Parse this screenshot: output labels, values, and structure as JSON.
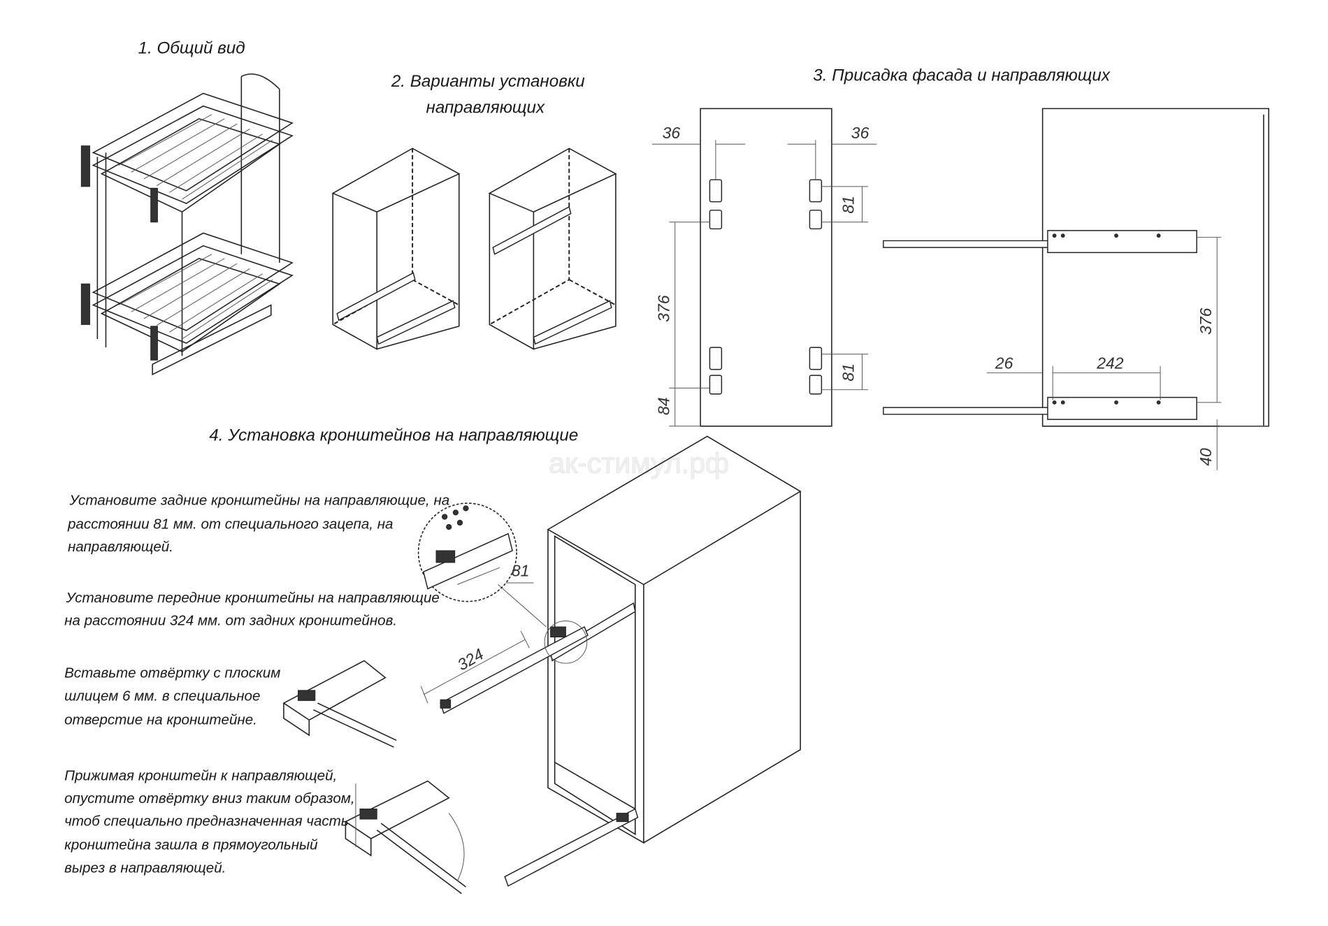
{
  "titles": {
    "section1": "1. Общий вид",
    "section2_line1": "2. Варианты установки",
    "section2_line2": "направляющих",
    "section3": "3. Присадка фасада и направляющих",
    "section4": "4. Установка кронштейнов на направляющие"
  },
  "dimensions": {
    "facade_left_offset": "36",
    "facade_right_offset": "36",
    "bracket_spacing_top": "81",
    "bracket_vertical_distance": "376",
    "bracket_spacing_bottom": "81",
    "facade_bottom_offset": "84",
    "rail_vertical_distance": "376",
    "rail_front_offset": "26",
    "rail_hole_spacing": "242",
    "rail_bottom_offset": "40",
    "bracket_distance": "324",
    "detail_hook_distance": "81"
  },
  "watermark": "ак-стимул.рф",
  "instructions": [
    [
      "Установите задние кронштейны на направляющие, на",
      "расстоянии 81 мм. от специального зацепа, на",
      "направляющей."
    ],
    [
      "Установите передние кронштейны на направляющие",
      "на расстоянии 324 мм. от задних кронштейнов."
    ],
    [
      "Вставьте отвёртку с плоским",
      "шлицем 6 мм. в специальное",
      "отверстие на кронштейне."
    ],
    [
      "Прижимая кронштейн к направляющей,",
      "опустите отвёртку вниз таким образом,",
      "чтоб специально предназначенная часть",
      "кронштейна зашла в прямоугольный",
      "вырез в направляющей."
    ]
  ]
}
